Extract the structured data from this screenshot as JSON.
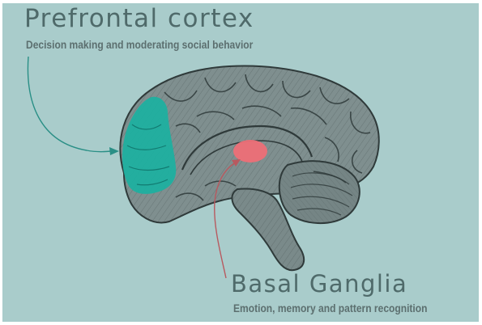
{
  "labels": {
    "prefrontal": {
      "title": "Prefrontal cortex",
      "description": "Decision making and moderating social behavior"
    },
    "basal_ganglia": {
      "title": "Basal Ganglia",
      "description": "Emotion, memory and pattern recognition"
    }
  },
  "colors": {
    "background": "#a9cccb",
    "brain": "#7f8f8f",
    "brain_outline": "#2f3a3a",
    "prefrontal_highlight": "#1bb1a1",
    "basal_ganglia_highlight": "#ee6f77",
    "connector": "#2a8f86",
    "connector_bg": "#b8595f",
    "text": "#4f6a6a"
  },
  "icons": {
    "brain": "brain-sagittal-illustration"
  }
}
